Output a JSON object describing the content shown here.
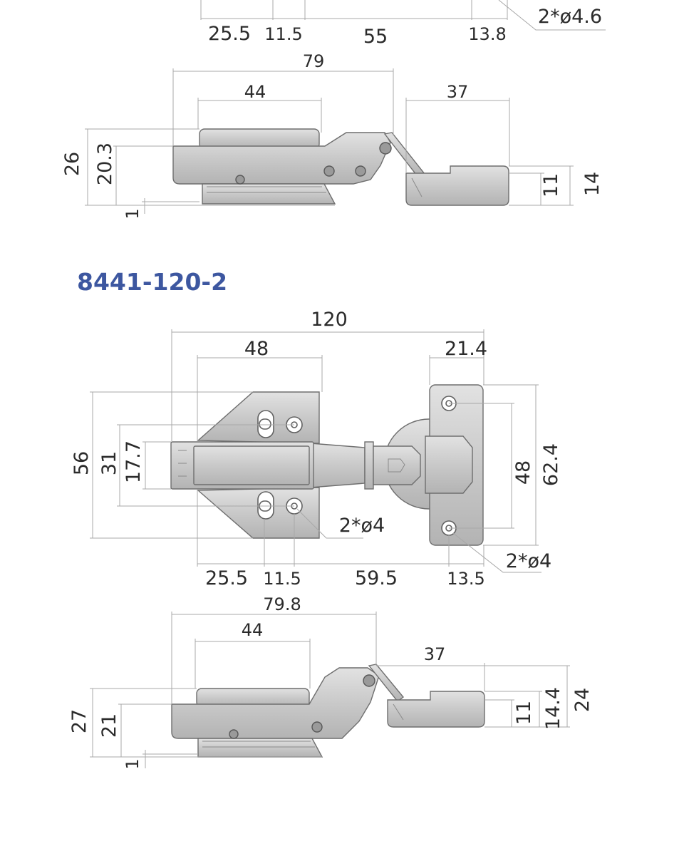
{
  "model": "8441-120-2",
  "colors": {
    "title": "#3d57a0",
    "dimension": "#a8a8a8",
    "metal": "#cfcfcf",
    "text": "#2b2b2b"
  },
  "top_partial": {
    "dims": {
      "d1": "25.5",
      "d2": "11.5",
      "d3": "55",
      "d4": "13.8",
      "holes": "2*ø4.6"
    }
  },
  "side_view_1": {
    "dims": {
      "overall": "79",
      "cup": "44",
      "arm": "37",
      "h_total": "26",
      "h_body": "20.3",
      "base": "1",
      "plate_h": "11",
      "plate_total": "14"
    }
  },
  "plan_view_2": {
    "dims": {
      "overall": "120",
      "cup": "48",
      "plate_w": "21.4",
      "h_total": "56",
      "h_mid": "31",
      "h_inner": "17.7",
      "plate_holes": "48",
      "plate_h": "62.4",
      "holes_cup": "2*ø4",
      "holes_plate": "2*ø4",
      "d1": "25.5",
      "d2": "11.5",
      "d3": "59.5",
      "d4": "13.5"
    }
  },
  "side_view_2": {
    "dims": {
      "overall": "79.8",
      "cup": "44",
      "arm": "37",
      "h_total": "27",
      "h_body": "21",
      "base": "1",
      "plate_h": "11",
      "plate_mid": "14.4",
      "plate_total": "24"
    }
  }
}
